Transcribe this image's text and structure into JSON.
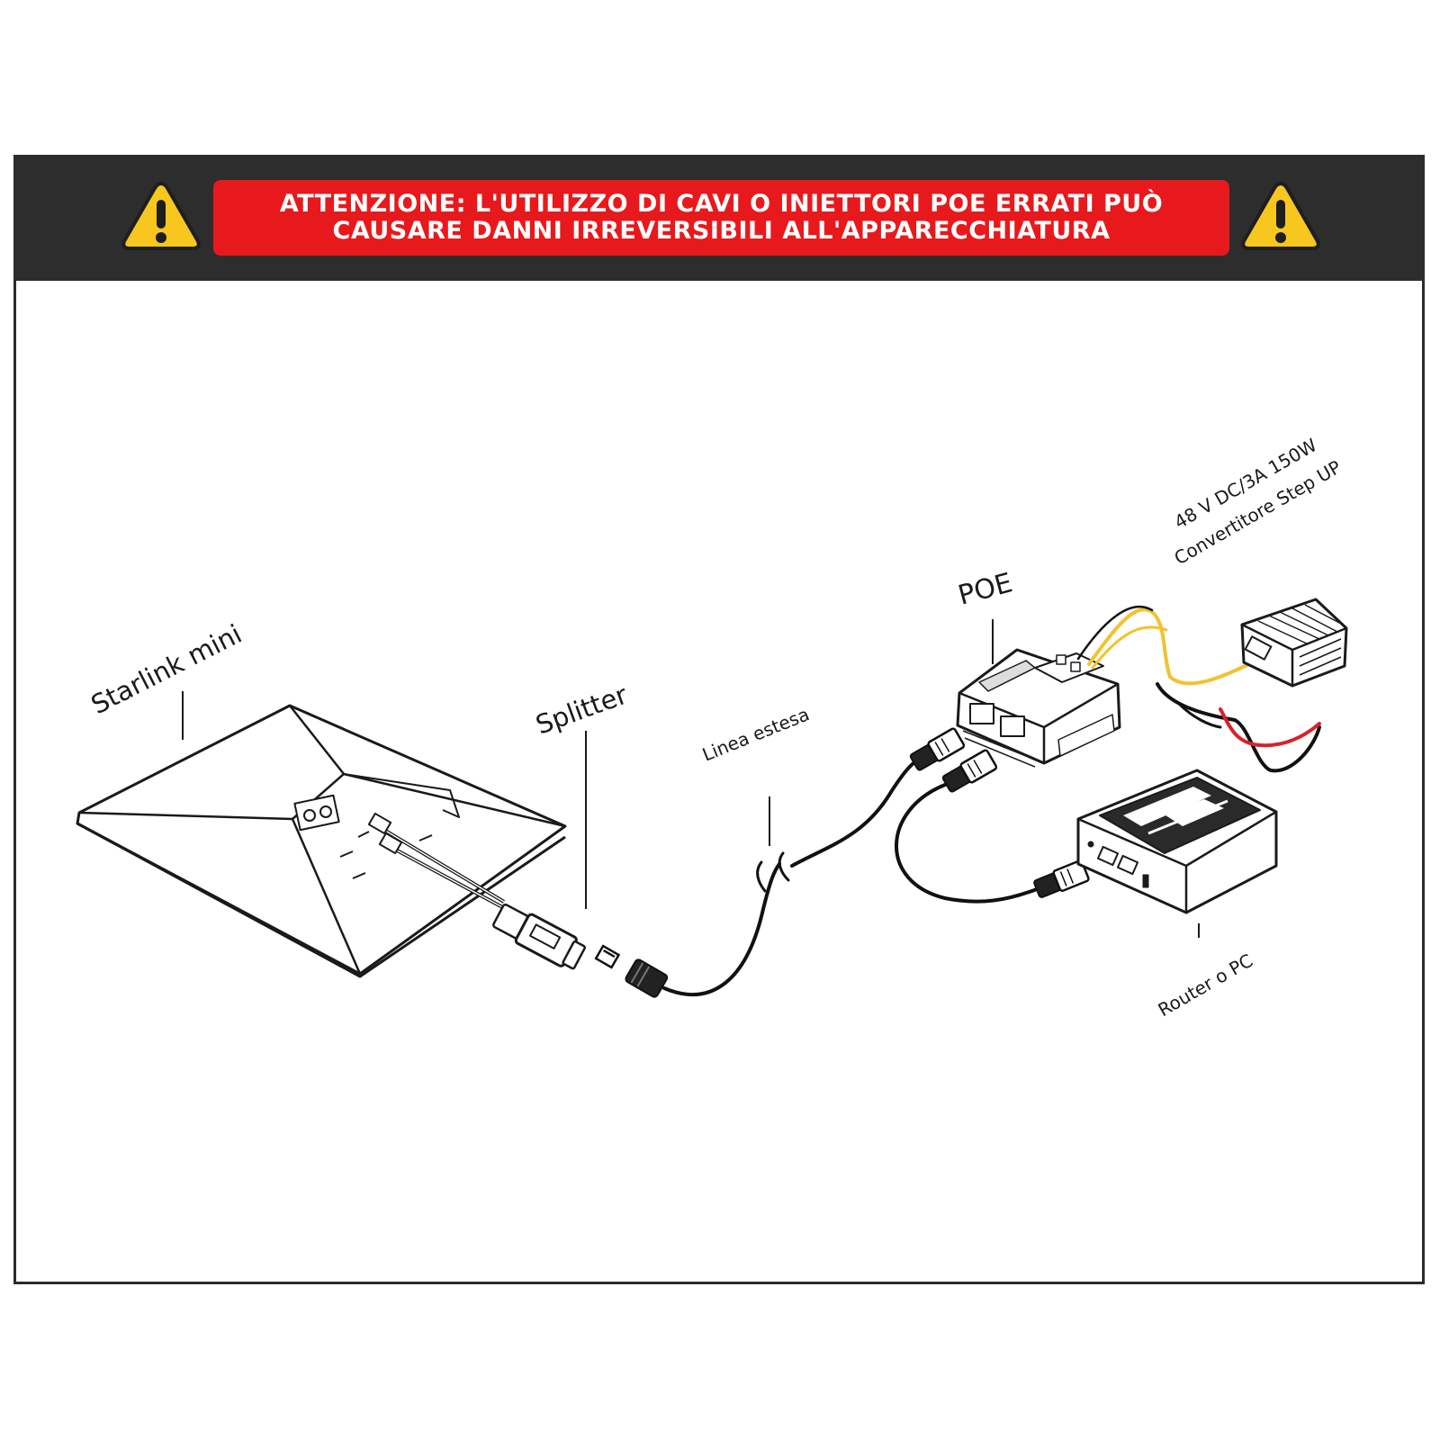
{
  "warning": {
    "line1": "ATTENZIONE: L'UTILIZZO DI CAVI O INIETTORI POE ERRATI PUÒ",
    "line2": "CAUSARE DANNI IRREVERSIBILI ALL'APPARECCHIATURA",
    "icon_left": "warning-triangle-icon",
    "icon_right": "warning-triangle-icon",
    "banner_color": "#2d2d2d",
    "alert_color": "#e8191c",
    "icon_color": "#f7c71f"
  },
  "diagram": {
    "starlink_label": "Starlink mini",
    "splitter_label": "Splitter",
    "extended_line_label": "Linea estesa",
    "poe_label": "POE",
    "converter_label_line1": "48 V DC/3A 150W",
    "converter_label_line2": "Convertitore Step UP",
    "router_label": "Router o PC",
    "wire_colors": {
      "yellow": "#f2c230",
      "red": "#d8222a",
      "black": "#111111"
    }
  }
}
